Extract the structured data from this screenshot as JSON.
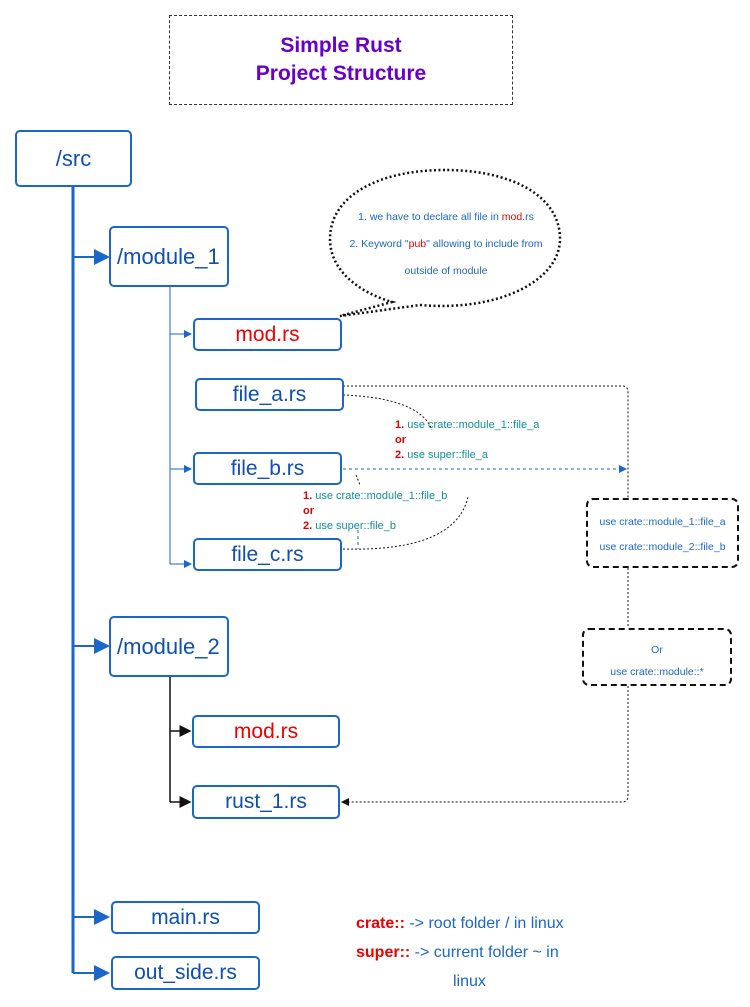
{
  "title": {
    "line1": "Simple Rust",
    "line2": "Project Structure"
  },
  "nodes": {
    "src": "/src",
    "module_1": "/module_1",
    "m1_mod": "mod.rs",
    "file_a": "file_a.rs",
    "file_b": "file_b.rs",
    "file_c": "file_c.rs",
    "module_2": "/module_2",
    "m2_mod": "mod.rs",
    "rust_1": "rust_1.rs",
    "main": "main.rs",
    "out_side": "out_side.rs"
  },
  "bubble": {
    "line1_pre": "1. we have to declare all file in ",
    "line1_hl": "mod",
    "line1_post": ".rs",
    "line2_pre": "2. Keyword \"",
    "line2_hl": "pub",
    "line2_post": "\" allowing to include from",
    "line3": "outside of module"
  },
  "annotation_a": {
    "num1": "1.",
    "use1": "use crate::module_1::file_a",
    "or": "or",
    "num2": "2.",
    "use2": "use super::file_a"
  },
  "annotation_b": {
    "num1": "1.",
    "use1": "use crate::module_1::file_b",
    "or": "or",
    "num2": "2.",
    "use2": "use super::file_b"
  },
  "use_box": {
    "line1": "use crate::module_1::file_a",
    "line2": "use crate::module_2::file_b"
  },
  "or_box": {
    "line1": "Or",
    "line2": "use crate::module::*"
  },
  "legend": {
    "crate_key": "crate::",
    "crate_desc": " -> root folder / in linux",
    "super_key": "super::",
    "super_desc": "  -> current folder ~ in",
    "super_desc2": "linux"
  },
  "colors": {
    "node_border": "#1a66c9",
    "node_text": "#0e4fb0",
    "title": "#6a00c8",
    "highlight": "#ee0000",
    "code": "#11909a"
  }
}
